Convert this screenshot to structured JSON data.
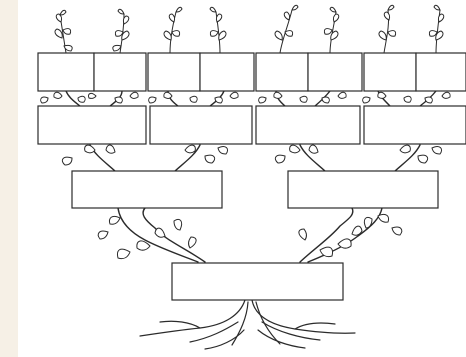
{
  "diagram": {
    "kind": "blank family tree worksheet",
    "levels": 4,
    "name_boxes": {
      "root": 1,
      "parents": 2,
      "grandparents": 4,
      "great_grandparents": 8
    },
    "colors": {
      "background": "#f6f0e6",
      "paper": "#ffffff",
      "ink": "#2b2b2b",
      "box_fill": "#ffffff"
    },
    "icons": {
      "leaf": "leaf-icon",
      "sprig": "sprig-icon",
      "root": "root-icon"
    }
  }
}
